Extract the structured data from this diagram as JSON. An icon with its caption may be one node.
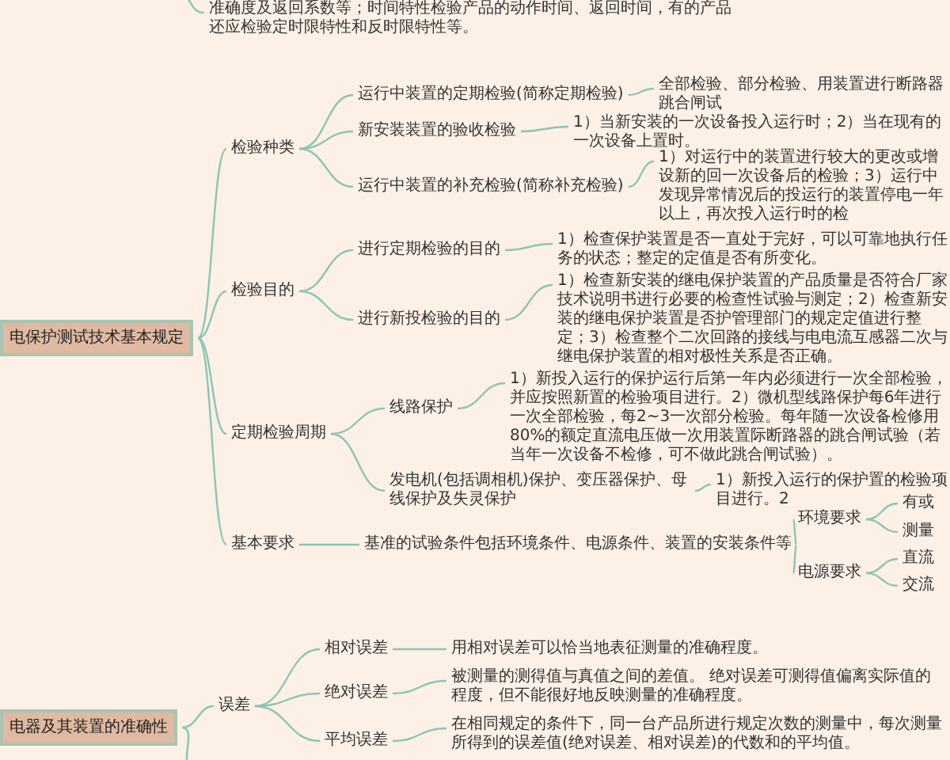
{
  "diagram": {
    "nodes": [
      {
        "text": [
          "准确度及返回系数等；时间特性检验产品的动作时间、返回时间，有的产品还应检验定时限特性和反时限特性等。"
        ]
      },
      {
        "text": [
          "电保护测试技术基本规定"
        ]
      },
      {
        "text": [
          "检验种类"
        ]
      },
      {
        "text": [
          "运行中装置的定期检验(简称定期检验)"
        ]
      },
      {
        "text": [
          "全部检验、部分检验、用装置进行断路器跳合闸试"
        ]
      },
      {
        "text": [
          "新安装装置的验收检验"
        ]
      },
      {
        "text": [
          "1）当新安装的一次设备投入运行时；2）当在现有的一次设备上置时。"
        ]
      },
      {
        "text": [
          "运行中装置的补充检验(简称补充检验)"
        ]
      },
      {
        "text": [
          "1）对运行中的装置进行较大的更改或增设新的回一次设备后的检验；3）运行中发现异常情况后的投运行的装置停电一年以上，再次投入运行时的检"
        ]
      },
      {
        "text": [
          "检验目的"
        ]
      },
      {
        "text": [
          "进行定期检验的目的"
        ]
      },
      {
        "text": [
          "1）检查保护装置是否一直处于完好，可以可靠地执行任务的状态；整定的定值是否有所变化。"
        ]
      },
      {
        "text": [
          "进行新投检验的目的"
        ]
      },
      {
        "text": [
          "1）检查新安装的继电保护装置的产品质量是否符合厂家技术说明书进行必要的检查性试验与测定；2）检查新安装的继电保护装置是否护管理部门的规定定值进行整定；3）检查整个二次回路的接线与电电流互感器二次与继电保护装置的相对极性关系是否正确。"
        ]
      },
      {
        "text": [
          "定期检验周期"
        ]
      },
      {
        "text": [
          "线路保护"
        ]
      },
      {
        "text": [
          "1）新投入运行的保护运行后第一年内必须进行一次全部检验，并应按照新置的检验项目进行。2）微机型线路保护每6年进行一次全部检验，每2~3一次部分检验。每年随一次设备检修用80%的额定直流电压做一次用装置际断路器的跳合闸试验（若当年一次设备不检修，可不做此跳合闸试验）。"
        ]
      },
      {
        "text": [
          "发电机(包括调相机)保护、变压器保护、母线保护及失灵保护"
        ]
      },
      {
        "text": [
          "1）新投入运行的保护置的检验项目进行。2"
        ]
      },
      {
        "text": [
          "基本要求"
        ]
      },
      {
        "text": [
          "基准的试验条件包括环境条件、电源条件、装置的安装条件等"
        ]
      },
      {
        "text": [
          "环境要求"
        ]
      },
      {
        "text": [
          "有或"
        ]
      },
      {
        "text": [
          "测量"
        ]
      },
      {
        "text": [
          "电源要求"
        ]
      },
      {
        "text": [
          "直流"
        ]
      },
      {
        "text": [
          "交流"
        ]
      },
      {
        "text": [
          "电器及其装置的准确性"
        ]
      },
      {
        "text": [
          "误差"
        ]
      },
      {
        "text": [
          "相对误差"
        ]
      },
      {
        "text": [
          "用相对误差可以恰当地表征测量的准确程度。"
        ]
      },
      {
        "text": [
          "绝对误差"
        ]
      },
      {
        "text": [
          "被测量的测得值与真值之间的差值。 绝对误差可测得值偏离实际值的程度，但不能很好地反映测量的准确程度。"
        ]
      },
      {
        "text": [
          "平均误差"
        ]
      },
      {
        "text": [
          "在相同规定的条件下，同一台产品所进行规定次数的测量中，每次测量所得到的误差值(绝对误差、相对误差)的代数和的平均值。"
        ]
      }
    ],
    "edges": [
      {
        "from": null,
        "to": 0,
        "arrow": "none"
      },
      {
        "from": 1,
        "to": 2,
        "arrow": "none"
      },
      {
        "from": 1,
        "to": 9,
        "arrow": "none"
      },
      {
        "from": 1,
        "to": 14,
        "arrow": "none"
      },
      {
        "from": 1,
        "to": 19,
        "arrow": "none"
      },
      {
        "from": 2,
        "to": 3,
        "arrow": "none"
      },
      {
        "from": 2,
        "to": 5,
        "arrow": "none"
      },
      {
        "from": 2,
        "to": 7,
        "arrow": "none"
      },
      {
        "from": 3,
        "to": 4,
        "arrow": "none"
      },
      {
        "from": 5,
        "to": 6,
        "arrow": "none"
      },
      {
        "from": 7,
        "to": 8,
        "arrow": "none"
      },
      {
        "from": 9,
        "to": 10,
        "arrow": "none"
      },
      {
        "from": 9,
        "to": 12,
        "arrow": "none"
      },
      {
        "from": 10,
        "to": 11,
        "arrow": "none"
      },
      {
        "from": 12,
        "to": 13,
        "arrow": "none"
      },
      {
        "from": 14,
        "to": 15,
        "arrow": "none"
      },
      {
        "from": 14,
        "to": 17,
        "arrow": "none"
      },
      {
        "from": 15,
        "to": 16,
        "arrow": "none"
      },
      {
        "from": 17,
        "to": 18,
        "arrow": "none"
      },
      {
        "from": 19,
        "to": 20,
        "arrow": "none"
      },
      {
        "from": 20,
        "to": 21,
        "arrow": "none"
      },
      {
        "from": 20,
        "to": 24,
        "arrow": "none"
      },
      {
        "from": 21,
        "to": 22,
        "arrow": "none"
      },
      {
        "from": 21,
        "to": 23,
        "arrow": "none"
      },
      {
        "from": 24,
        "to": 25,
        "arrow": "none"
      },
      {
        "from": 24,
        "to": 26,
        "arrow": "none"
      },
      {
        "from": 27,
        "to": 28,
        "arrow": "none"
      },
      {
        "from": 28,
        "to": 29,
        "arrow": "none"
      },
      {
        "from": 28,
        "to": 31,
        "arrow": "none"
      },
      {
        "from": 28,
        "to": 33,
        "arrow": "none"
      },
      {
        "from": 29,
        "to": 30,
        "arrow": "none"
      },
      {
        "from": 31,
        "to": 32,
        "arrow": "none"
      },
      {
        "from": 33,
        "to": 34,
        "arrow": "none"
      },
      {
        "from": 27,
        "to": null,
        "arrow": "none"
      }
    ]
  }
}
